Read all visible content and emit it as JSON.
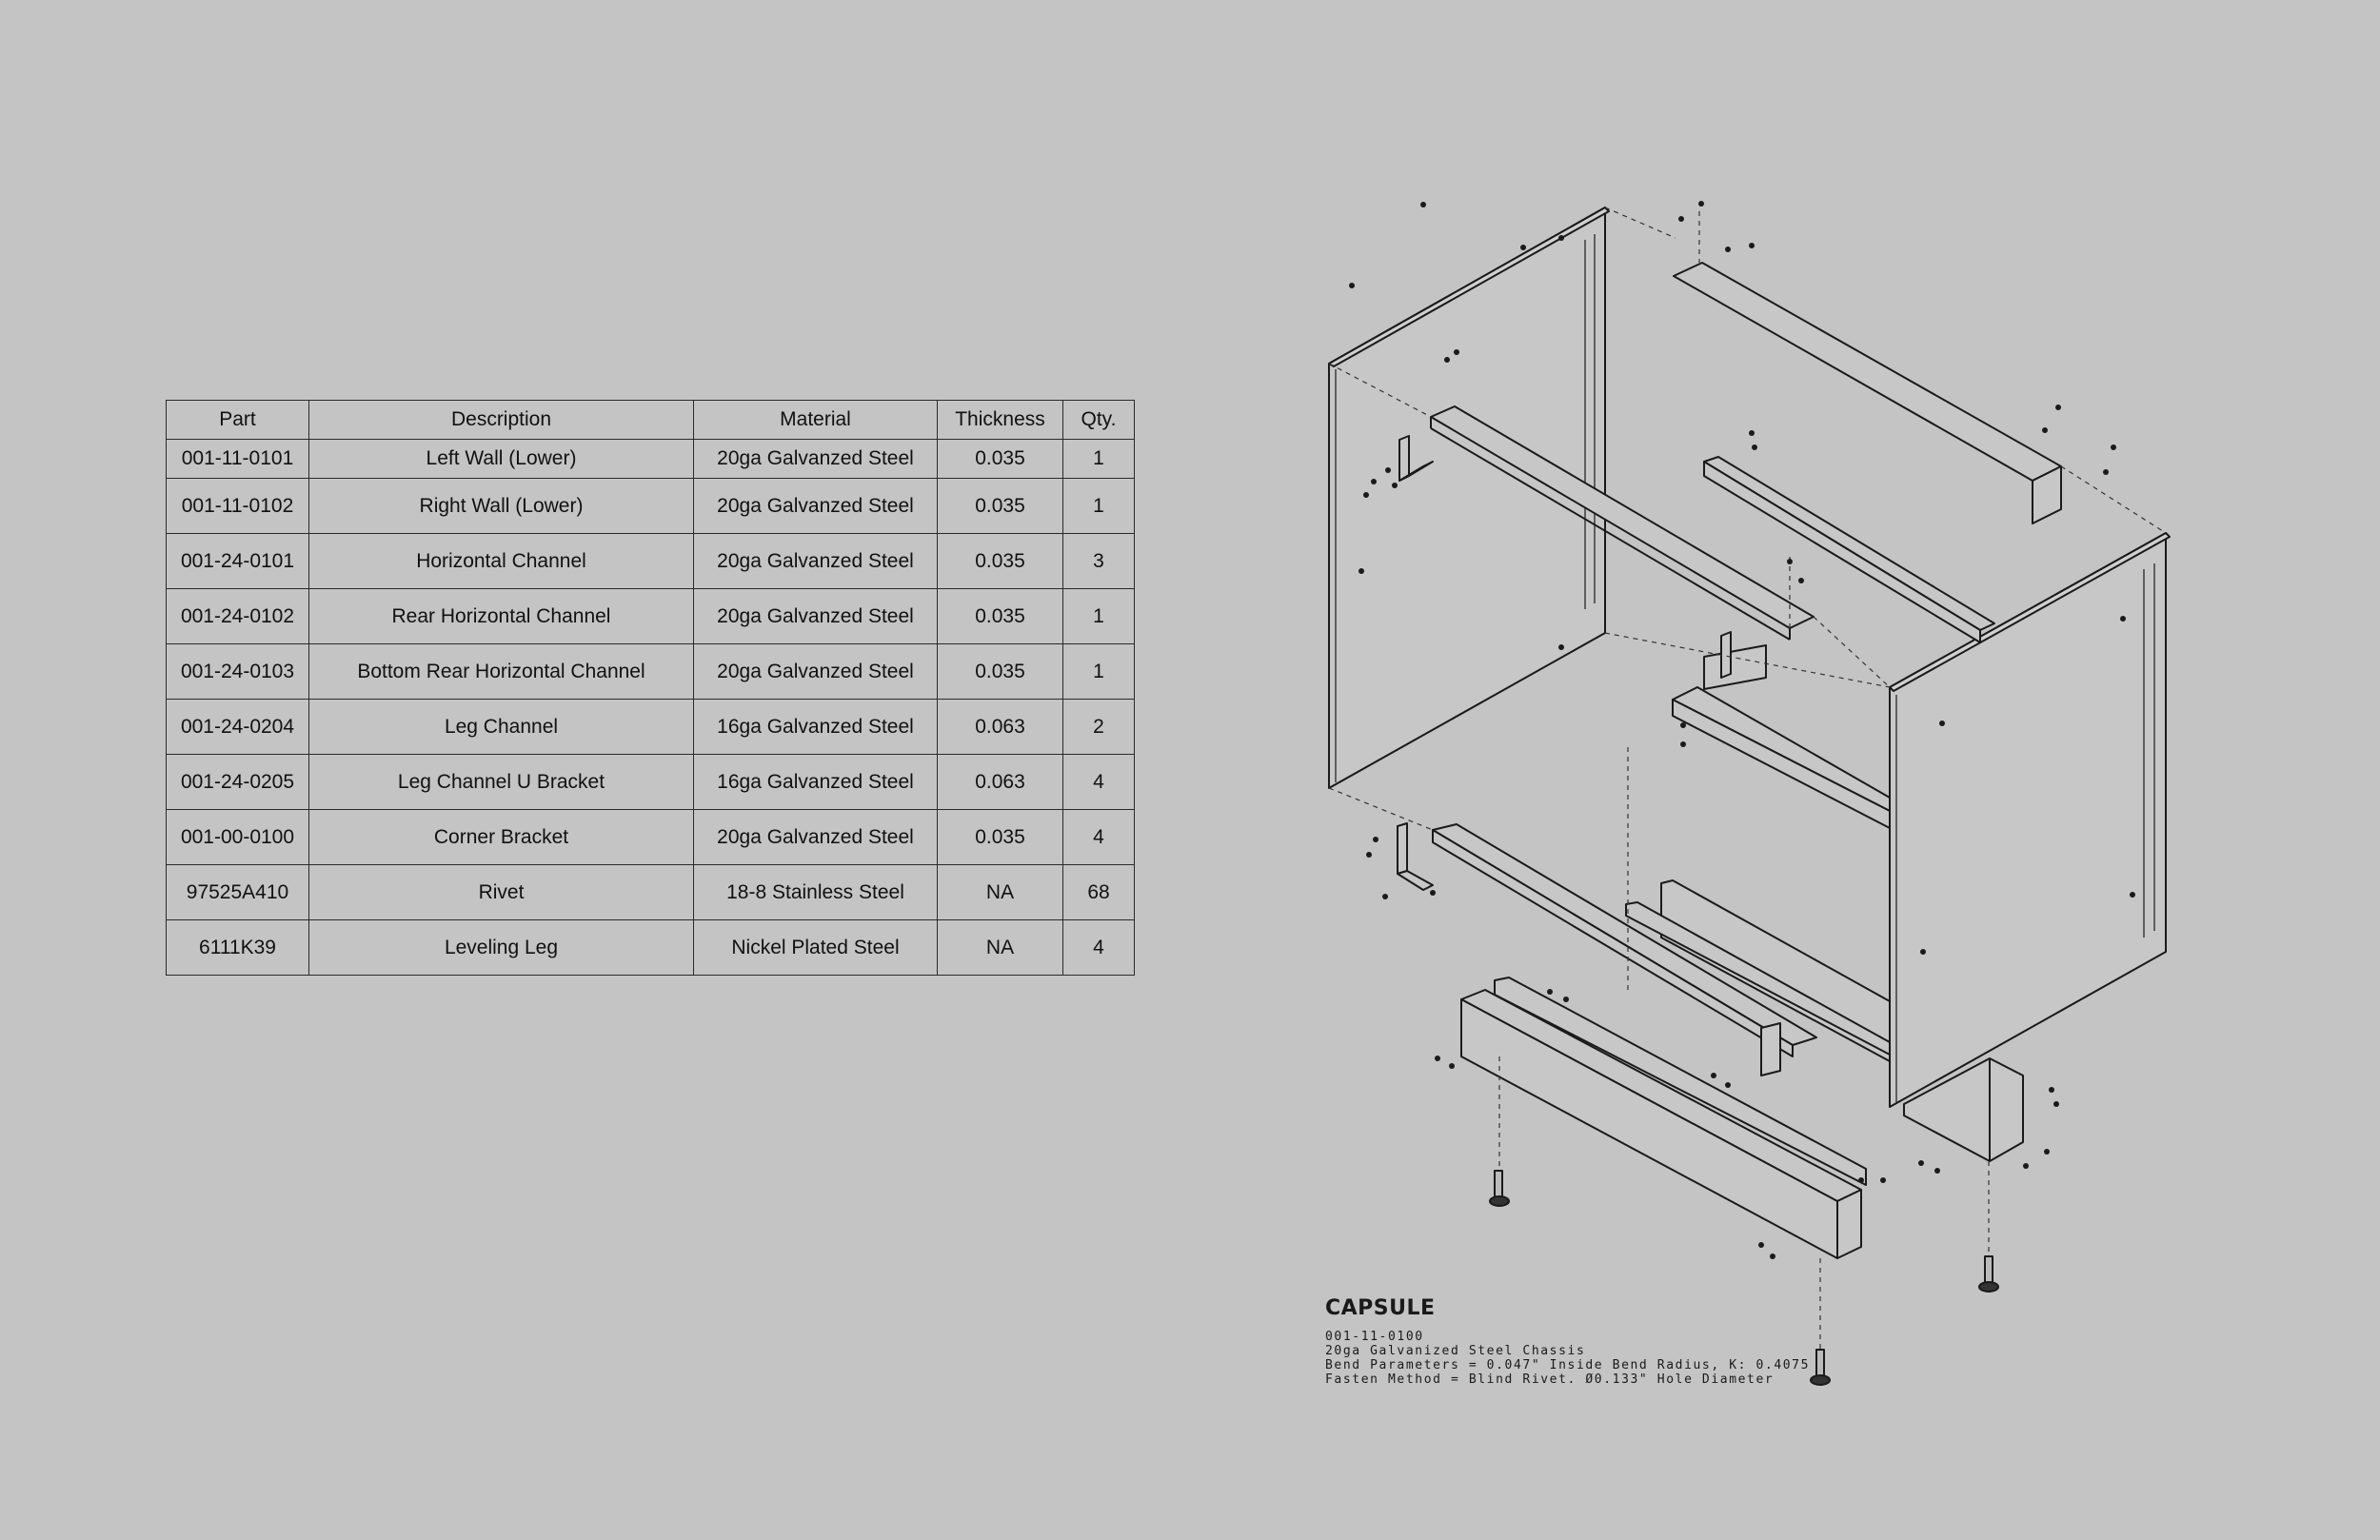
{
  "bom": {
    "headers": [
      "Part",
      "Description",
      "Material",
      "Thickness",
      "Qty."
    ],
    "rows": [
      [
        "001-11-0101",
        "Left Wall (Lower)",
        "20ga Galvanzed Steel",
        "0.035",
        "1"
      ],
      [
        "001-11-0102",
        "Right Wall (Lower)",
        "20ga Galvanzed Steel",
        "0.035",
        "1"
      ],
      [
        "001-24-0101",
        "Horizontal Channel",
        "20ga Galvanzed Steel",
        "0.035",
        "3"
      ],
      [
        "001-24-0102",
        "Rear Horizontal Channel",
        "20ga Galvanzed Steel",
        "0.035",
        "1"
      ],
      [
        "001-24-0103",
        "Bottom Rear Horizontal Channel",
        "20ga Galvanzed Steel",
        "0.035",
        "1"
      ],
      [
        "001-24-0204",
        "Leg Channel",
        "16ga Galvanzed Steel",
        "0.063",
        "2"
      ],
      [
        "001-24-0205",
        "Leg Channel U Bracket",
        "16ga Galvanzed Steel",
        "0.063",
        "4"
      ],
      [
        "001-00-0100",
        "Corner Bracket",
        "20ga Galvanzed Steel",
        "0.035",
        "4"
      ],
      [
        "97525A410",
        "Rivet",
        "18-8 Stainless Steel",
        "NA",
        "68"
      ],
      [
        "6111K39",
        "Leveling Leg",
        "Nickel Plated Steel",
        "NA",
        "4"
      ]
    ]
  },
  "title_block": {
    "brand": "CAPSULE",
    "part_number": "001-11-0100",
    "assembly_name": "20ga Galvanized Steel Chassis",
    "bend_parameters": "Bend Parameters = 0.047\" Inside Bend Radius, K: 0.4075",
    "fasten_method": "Fasten Method = Blind Rivet. Ø0.133\" Hole Diameter"
  },
  "colors": {
    "background": "#c4c4c4",
    "panel_fill": "#c7c7c7",
    "line": "#1a1a1a"
  }
}
